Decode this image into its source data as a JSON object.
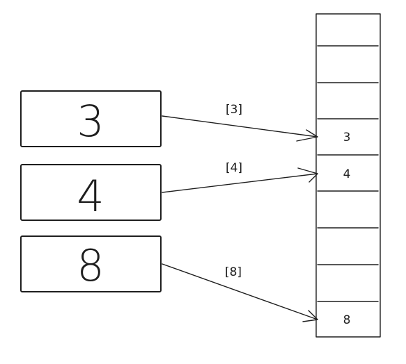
{
  "keys": [
    {
      "value": "3",
      "label": "[3]",
      "slot": 3
    },
    {
      "value": "4",
      "label": "[4]",
      "slot": 4
    },
    {
      "value": "8",
      "label": "[8]",
      "slot": 8
    }
  ],
  "array": {
    "cells": [
      "",
      "",
      "",
      "3",
      "4",
      "",
      "",
      "",
      "8"
    ]
  }
}
